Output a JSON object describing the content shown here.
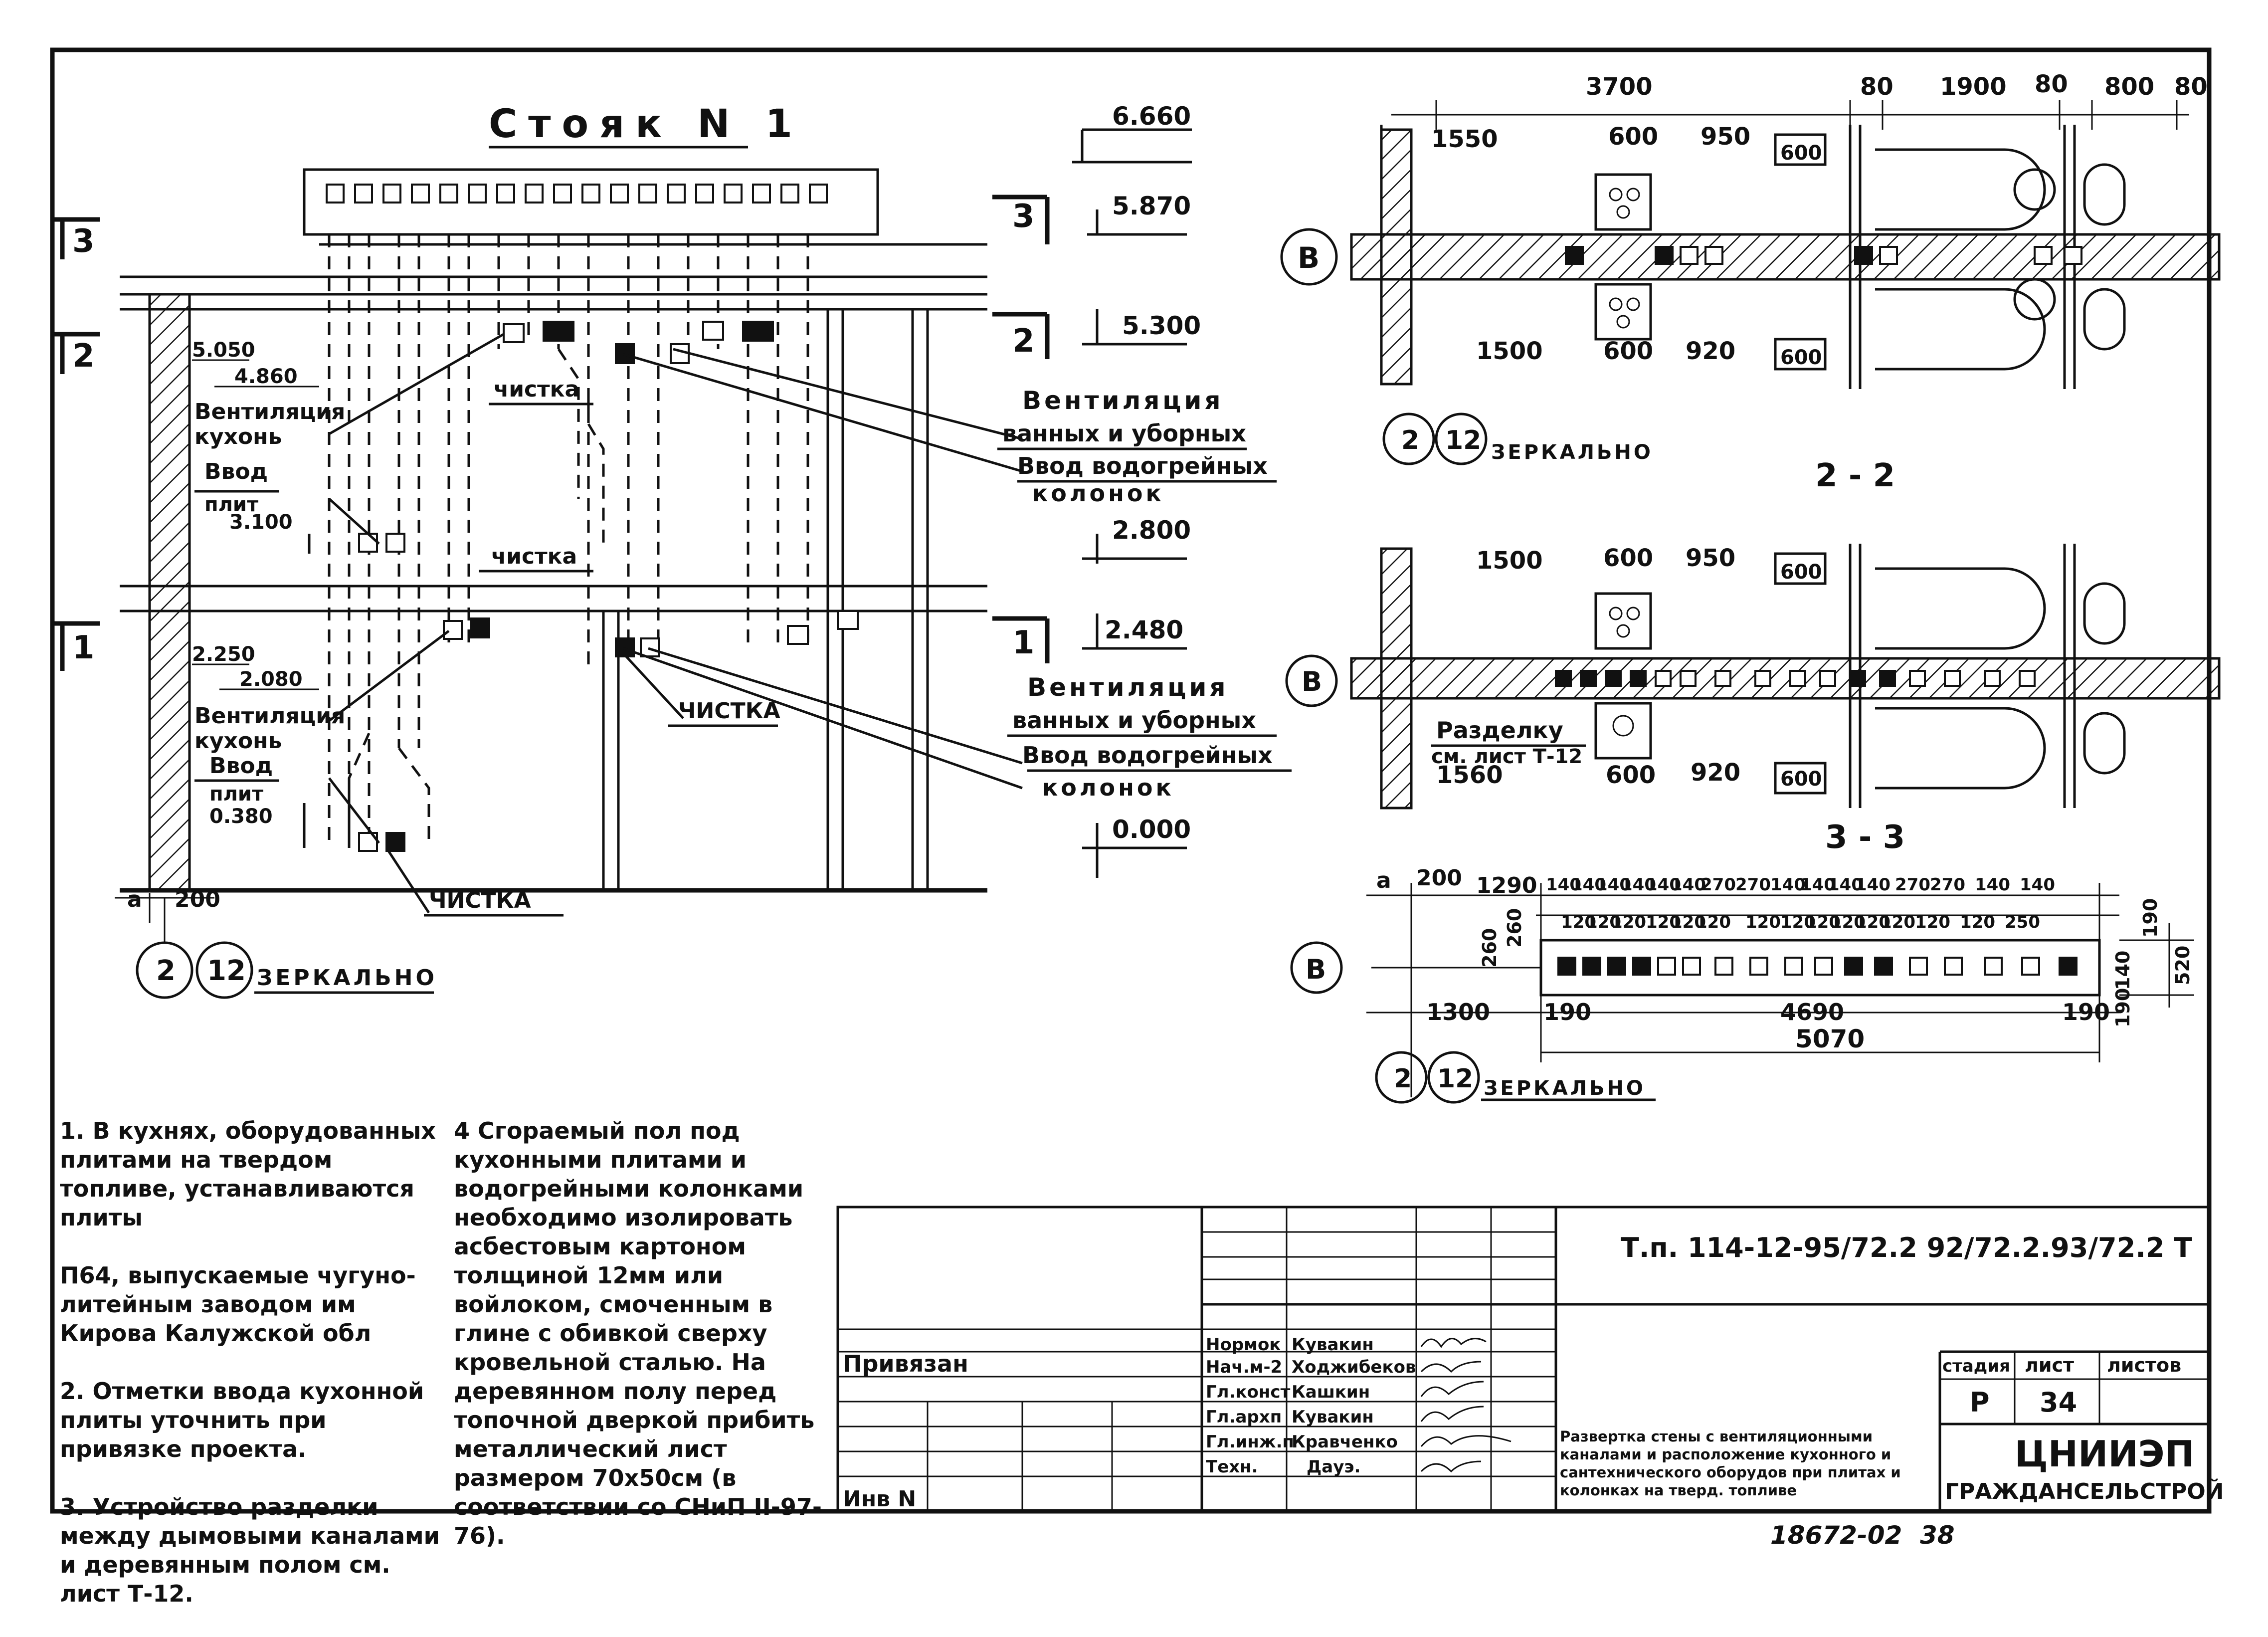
{
  "stoyak_title": "Стояк N 1",
  "elevation_marks": [
    "6.660",
    "5.870",
    "5.300",
    "2.800",
    "2.480",
    "0.000"
  ],
  "left_marks": {
    "floor2_top": "5.050",
    "floor2_sub": "4.860",
    "floor2_input": "3.100",
    "floor1_top": "2.250",
    "floor1_sub": "2.080",
    "floor1_input": "0.380",
    "wall_offset_a": "a",
    "wall_offset": "200"
  },
  "floor_numbers": [
    "3",
    "2",
    "1"
  ],
  "section_marks": [
    "3",
    "2",
    "1"
  ],
  "labels": {
    "vent_kitchen_1": "Вентиляция",
    "vent_kitchen_2": "кухонь",
    "input_plates_1": "Ввод",
    "input_plates_2": "плит",
    "cleaning": "чистка",
    "cleaning_caps": "ЧИСТКА",
    "vent_bath_1": "Вентиляция",
    "vent_bath_2": "ванных и уборных",
    "vent_bath_3": "Ввод водогрейных",
    "vent_bath_4": "колонок"
  },
  "axis": {
    "letter": "В",
    "numbers": [
      "2",
      "12"
    ],
    "mirror": "ЗЕРКАЛЬНО"
  },
  "section22": {
    "title": "2 - 2",
    "top_dims": [
      "3700",
      "80",
      "1900",
      "80",
      "800",
      "80"
    ],
    "row1": [
      "1550",
      "600",
      "950",
      "600"
    ],
    "row2": [
      "1500",
      "600",
      "920",
      "600"
    ]
  },
  "section33": {
    "title": "3 - 3",
    "row1": [
      "1500",
      "600",
      "950",
      "600"
    ],
    "row2": [
      "1560",
      "600",
      "920",
      "600"
    ],
    "razdelka_1": "Разделку",
    "razdelka_2": "см. лист Т-12"
  },
  "plan": {
    "a": "a",
    "a_dim": "200",
    "top_dims": [
      "1290",
      "140",
      "140",
      "140",
      "140",
      "140",
      "140",
      "270",
      "270",
      "140",
      "140",
      "140",
      "140",
      "270",
      "270",
      "140",
      "140"
    ],
    "second_dims": [
      "120",
      "120",
      "120",
      "120",
      "120",
      "120",
      "120",
      "120",
      "120",
      "120",
      "120",
      "120",
      "120",
      "120",
      "250"
    ],
    "left_dims": [
      "260",
      "260"
    ],
    "right_dims": [
      "190",
      "140",
      "190",
      "520"
    ],
    "bottom_dims": [
      "1300",
      "190",
      "4690",
      "190"
    ],
    "total": "5070"
  },
  "notes_left": [
    "1. В кухнях, оборудованных плитами на твердом топливе, устанавливаются плиты",
    "П64, выпускаемые чугуно-литейным заводом им Кирова Калужской обл",
    "2. Отметки ввода кухонной плиты уточнить при привязке проекта.",
    "3. Устройство разделки между дымовыми каналами и деревянным полом см. лист Т-12."
  ],
  "notes_right": [
    "4 Сгораемый пол под кухонными плитами и водогрейными колонками необходимо изолировать асбестовым картоном толщиной 12мм или войлоком, смоченным в глине с обивкой сверху кровельной сталью. На деревянном полу перед топочной дверкой прибить металлический лист размером 70х50см (в соответствии со СНиП II-97-76)."
  ],
  "title_block": {
    "doc_code": "Т.п. 114-12-95/72.2 92/72.2.93/72.2  Т",
    "privyazan": "Привязан",
    "inv": "Инв N",
    "roles": [
      "Нормок",
      "Нач.м-2",
      "Гл.конст",
      "Гл.архп",
      "Гл.инж.п",
      "Техн."
    ],
    "names": [
      "Кувакин",
      "Ходжибеков",
      "Кашкин",
      "Кувакин",
      "Кравченко",
      "Дауэ."
    ],
    "stage_label": "стадия",
    "sheet_label": "лист",
    "sheets_label": "листов",
    "stage": "Р",
    "sheet": "34",
    "sheets": "",
    "description": "Развертка стены с вентиляционными каналами и расположение кухонного и сантехнического оборудов при плитах и колонках на тверд. топливе",
    "org1": "ЦНИИЭП",
    "org2": "ГРАЖДАНСЕЛЬСТРОЙ",
    "bottom_code": "18672-02",
    "bottom_page": "38"
  }
}
